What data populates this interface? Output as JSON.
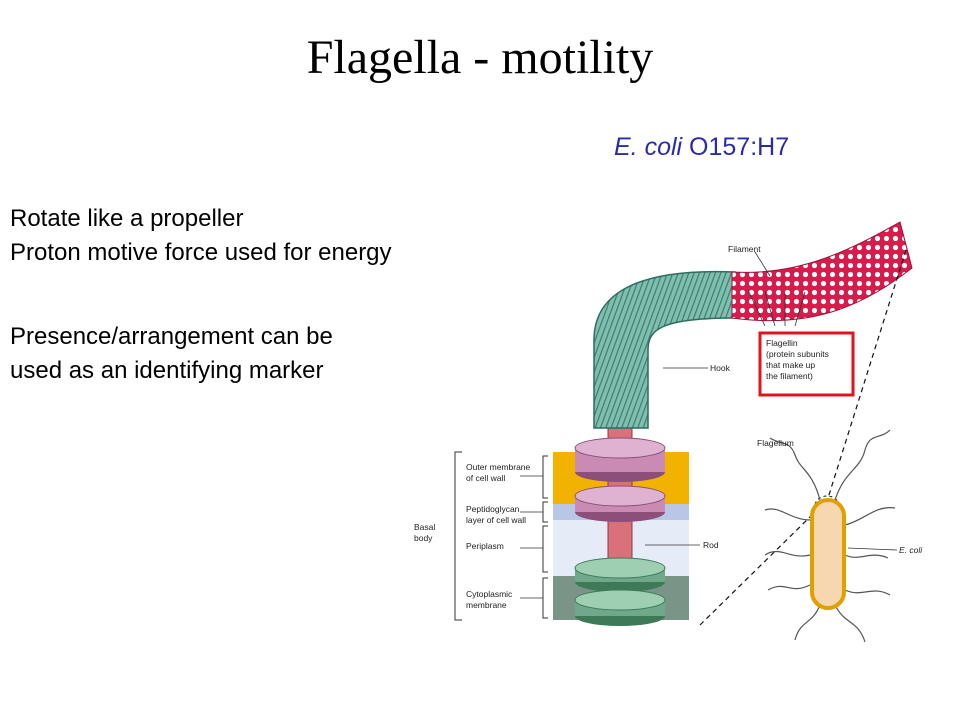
{
  "slide": {
    "title": "Flagella - motility",
    "subtitle_italic": "E. coli",
    "subtitle_rest": " O157:H7",
    "bullets": [
      "Rotate like a propeller",
      "Proton motive force used for energy",
      "Presence/arrangement can be",
      "used as an identifying marker"
    ]
  },
  "diagram": {
    "labels": {
      "filament": "Filament",
      "flagellin": [
        "Flagellin",
        "(protein subunits",
        "that make up",
        "the filament)"
      ],
      "hook": "Hook",
      "flagellum": "Flagellum",
      "ecoli": "E. coli",
      "rod": "Rod",
      "outer_membrane": [
        "Outer membrane",
        "of cell wall"
      ],
      "peptidoglycan": [
        "Peptidoglycan",
        "layer of cell wall"
      ],
      "periplasm": "Periplasm",
      "cytoplasmic": [
        "Cytoplasmic",
        "membrane"
      ],
      "basal_body": [
        "Basal",
        "body"
      ]
    },
    "colors": {
      "filament": "#d81b4a",
      "hook": "#7fbfb0",
      "rod": "#d9707a",
      "outer_ring": "#c98bb3",
      "inner_ring": "#6fa88a",
      "outer_membrane": "#f2b300",
      "peptidoglycan": "#b9c6e6",
      "periplasm": "#e6ecf7",
      "cytoplasmic": "#7a9588",
      "highlight_box": "#e0141e"
    }
  }
}
